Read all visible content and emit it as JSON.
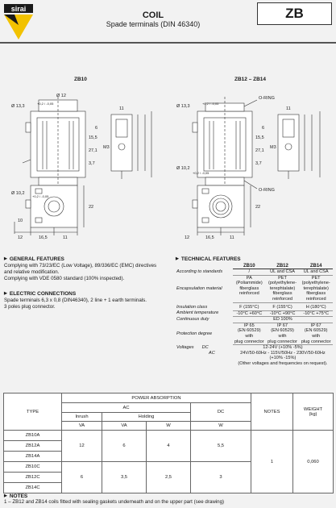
{
  "header": {
    "brand": "sirai",
    "title": "COIL",
    "subtitle": "Spade terminals (DIN 46340)",
    "code": "ZB"
  },
  "drawings": {
    "left_label": "ZB10",
    "right_label": "ZB12 – ZB14",
    "left_dims": {
      "d_top": "Ø 13,3",
      "d_top_tol": "+0,2 / -0,05",
      "d_12": "Ø 12",
      "d_bottom": "Ø 10,2",
      "d_bottom_tol": "+0,2 / -0,05",
      "w_11": "11",
      "h_6": "6",
      "h_15_5": "15,5",
      "h_27_1": "27,1",
      "h_3_7": "3,7",
      "m3": "M3",
      "h_22": "22",
      "w_10": "10",
      "w_12": "12",
      "w_16_5": "16,5",
      "w_11b": "11"
    },
    "right_dims": {
      "d_top": "Ø 13,3",
      "d_top_tol": "+0,2 / -0,05",
      "d_bottom": "Ø 10,2",
      "d_bottom_tol": "+0,2 / -0,05",
      "oring_top": "O-RING",
      "oring_bottom": "O-RING",
      "w_11": "11",
      "h_6": "6",
      "h_15_5": "15,5",
      "h_27_1": "27,1",
      "h_3_7": "3,7",
      "m3": "M3",
      "h_22": "22",
      "w_12": "12",
      "w_16_5": "16,5",
      "w_11b": "11"
    }
  },
  "general": {
    "heading": "GENERAL FEATURES",
    "lines": [
      "Complying with 73/23/EC (Low Voltage), 89/336/EC (EMC) directives",
      "and relative modification.",
      "Complying with VDE 0580 standard (100% inspected)."
    ]
  },
  "electric": {
    "heading": "ELECTRIC CONNECTIONS",
    "lines": [
      "Spade terminals 6,3 x 0,8 (DIN46340), 2 line + 1 earth terminals.",
      "3 poles plug connector."
    ]
  },
  "technical": {
    "heading": "TECHNICAL FEATURES",
    "columns": [
      "ZB10",
      "ZB12",
      "ZB14"
    ],
    "according_label": "According to standards",
    "according": [
      "/",
      "UL and CSA",
      "UL and CSA"
    ],
    "material_label": "Encapsulation material",
    "material": [
      [
        "PA",
        "(Poliammide)",
        "fiberglass",
        "reinforced"
      ],
      [
        "PET",
        "(polyethylene-",
        "terephtalate)",
        "fiberglass",
        "reinforced"
      ],
      [
        "PET",
        "(polyethylene-",
        "terephtalate)",
        "fiberglass",
        "reinforced"
      ]
    ],
    "insulation_label": "Insulation class",
    "insulation": [
      "F (155°C)",
      "F (155°C)",
      "H (180°C)"
    ],
    "ambient_label": "Ambient temperature",
    "ambient": [
      "-10°C  +60°C",
      "-10°C  +90°C",
      "-10°C  +75°C"
    ],
    "duty_label": "Continuous duty",
    "duty": "ED 100%",
    "protection_label": "Protection degree",
    "protection": [
      [
        "IP 65",
        "(EN 60529) with",
        "plug connector"
      ],
      [
        "IP 67",
        "(EN 60529) with",
        "plug connector"
      ],
      [
        "IP 67",
        "(EN 60529) with",
        "plug connector"
      ]
    ],
    "voltages_label": "Voltages",
    "dc_label": "DC",
    "ac_label": "AC",
    "dc": "12-24V (+10% -5%)",
    "ac": "24V/50-60Hz - 115V/50Hz - 230V/50-60Hz",
    "ac_tol": "(+10% -15%)",
    "other": "(Other voltages and frequencies on request)."
  },
  "power_table": {
    "type_label": "TYPE",
    "power_label": "POWER ABSORPTION",
    "ac_label": "AC",
    "inrush_label": "Inrush",
    "holding_label": "Holding",
    "dc_label": "DC",
    "va": "VA",
    "w": "W",
    "notes_label": "NOTES",
    "weight_label": "WEIGHT",
    "weight_unit": "(kg)",
    "types": [
      "ZB10A",
      "ZB12A",
      "ZB14A",
      "ZB10C",
      "ZB12C",
      "ZB14C"
    ],
    "group1": {
      "inrush_va": "12",
      "holding_va": "6",
      "holding_w": "4",
      "dc_w": "5,5"
    },
    "group2": {
      "inrush_va": "6",
      "holding_va": "3,5",
      "holding_w": "2,5",
      "dc_w": "3"
    },
    "notes_value": "1",
    "weight_value": "0,060"
  },
  "notes": {
    "heading": "NOTES",
    "line": "1 – ZB12 and ZB14 coils fitted with sealing gaskets underneath and on the upper part (see drawing)"
  },
  "colors": {
    "logo_yellow": "#f2c200",
    "logo_dark": "#1a1a1a"
  }
}
